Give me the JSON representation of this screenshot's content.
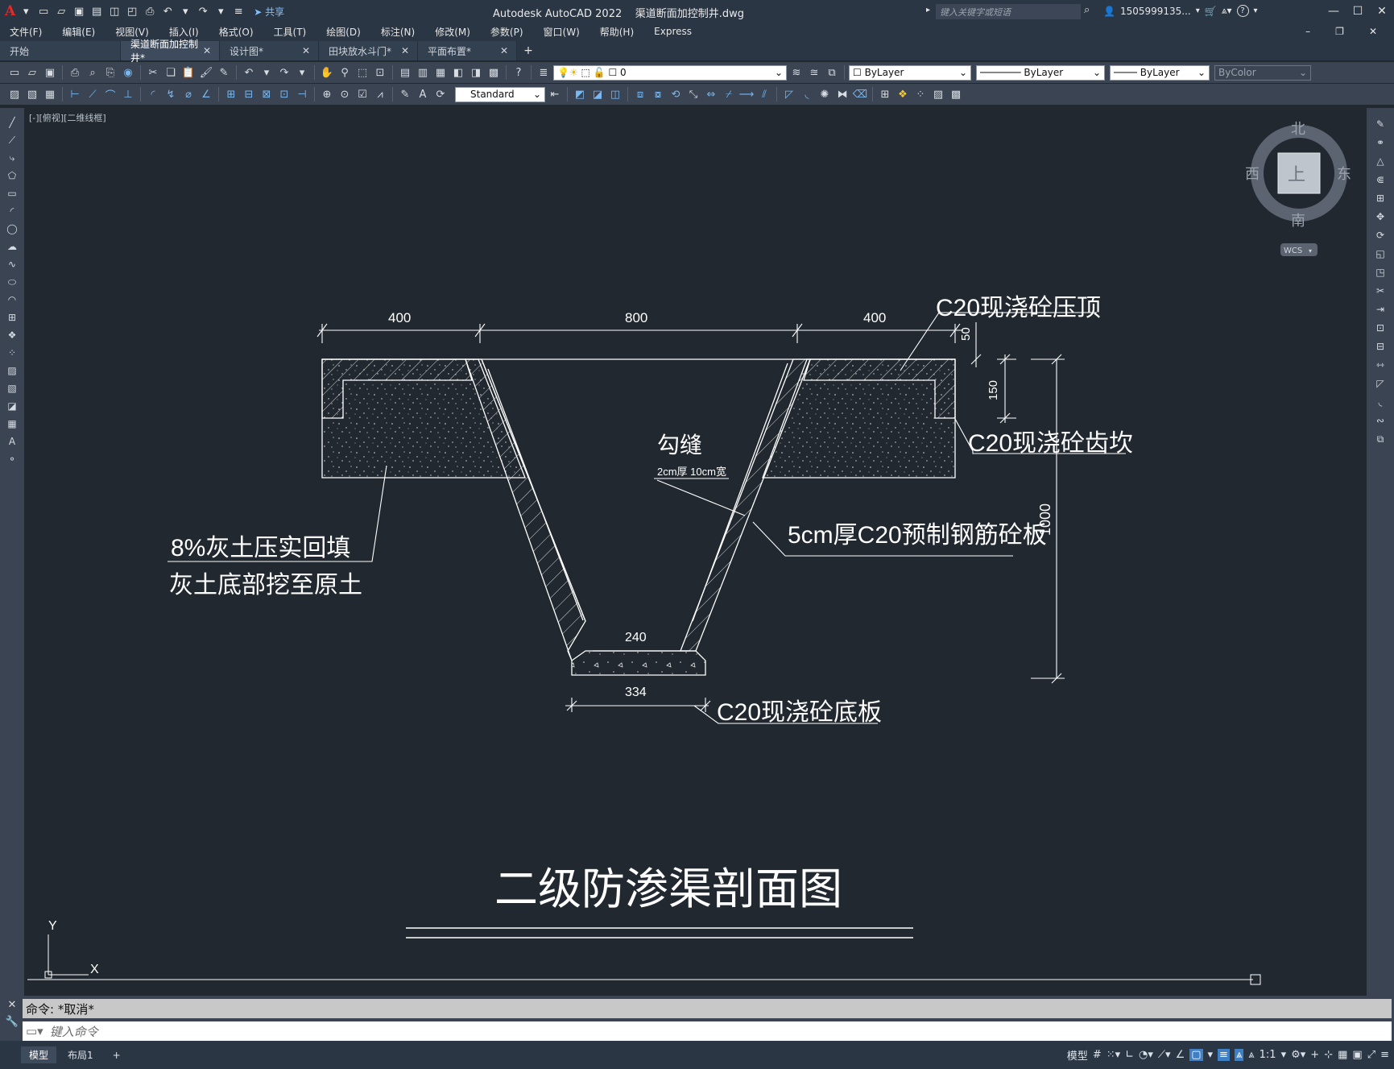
{
  "app": {
    "title": "Autodesk AutoCAD 2022",
    "filename": "渠道断面加控制井.dwg",
    "logo": "A",
    "share": "共享",
    "search_placeholder": "键入关键字或短语",
    "user": "1505999135...",
    "cart_icon": "cart-icon",
    "help": "?"
  },
  "menu": [
    "文件(F)",
    "编辑(E)",
    "视图(V)",
    "插入(I)",
    "格式(O)",
    "工具(T)",
    "绘图(D)",
    "标注(N)",
    "修改(M)",
    "参数(P)",
    "窗口(W)",
    "帮助(H)",
    "Express"
  ],
  "tabs": [
    {
      "label": "开始",
      "active": false,
      "closable": false
    },
    {
      "label": "渠道断面加控制井*",
      "active": true,
      "closable": true
    },
    {
      "label": "设计图*",
      "active": false,
      "closable": true
    },
    {
      "label": "田块放水斗门*",
      "active": false,
      "closable": true
    },
    {
      "label": "平面布置*",
      "active": false,
      "closable": true
    }
  ],
  "toolbar": {
    "layer_value": "0",
    "color_value": "ByLayer",
    "linetype_value": "ByLayer",
    "lineweight_value": "ByLayer",
    "plotstyle_value": "ByColor",
    "textstyle_value": "Standard"
  },
  "viewport": {
    "label": "[-][俯视][二维线框]",
    "viewcube": {
      "north": "北",
      "south": "南",
      "east": "东",
      "west": "西",
      "top": "上",
      "wcs": "WCS"
    },
    "ucs": {
      "x": "X",
      "y": "Y"
    }
  },
  "drawing": {
    "dims": {
      "left": "400",
      "mid": "800",
      "right": "400",
      "top_thk": "50",
      "cap": "150",
      "height": "1000",
      "bottom_inner": "240",
      "bottom_outer": "334"
    },
    "labels": {
      "cap_top": "C20现浇砼压顶",
      "cap_key": "C20现浇砼齿坎",
      "joint": "勾缝",
      "joint_note": "2cm厚 10cm宽",
      "panel": "5cm厚C20预制钢筋砼板",
      "fill1": "8%灰土压实回填",
      "fill2": "灰土底部挖至原土",
      "bottom": "C20现浇砼底板",
      "title": "二级防渗渠剖面图"
    }
  },
  "command": {
    "history": "命令:  *取消*",
    "placeholder": "键入命令"
  },
  "status": {
    "tabs": [
      {
        "label": "模型",
        "active": true
      },
      {
        "label": "布局1",
        "active": false
      }
    ],
    "model_btn": "模型",
    "scale": "1:1"
  }
}
